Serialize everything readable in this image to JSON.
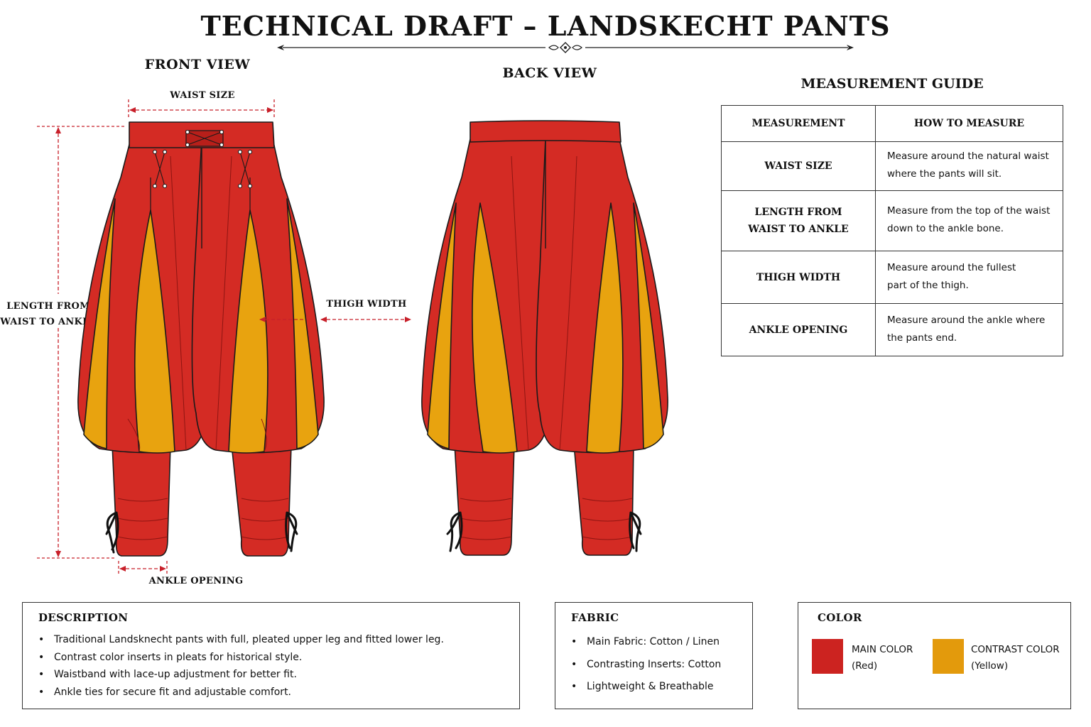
{
  "title": "TECHNICAL DRAFT – LANDSKECHT PANTS",
  "views": {
    "front": "FRONT VIEW",
    "back": "BACK VIEW"
  },
  "dimensions": {
    "waist": "WAIST SIZE",
    "length_line1": "LENGTH FROM",
    "length_line2": "WAIST TO ANKLE",
    "thigh": "THIGH WIDTH",
    "ankle": "ANKLE OPENING"
  },
  "guide": {
    "title": "MEASUREMENT GUIDE",
    "headers": [
      "MEASUREMENT",
      "HOW TO MEASURE"
    ],
    "rows": [
      {
        "measurement_line1": "WAIST SIZE",
        "measurement_line2": "",
        "how_line1": "Measure around the natural waist",
        "how_line2": "where the pants will sit."
      },
      {
        "measurement_line1": "LENGTH FROM",
        "measurement_line2": "WAIST TO ANKLE",
        "how_line1": "Measure from the top of the waist",
        "how_line2": "down to the ankle bone."
      },
      {
        "measurement_line1": "THIGH WIDTH",
        "measurement_line2": "",
        "how_line1": "Measure around the fullest",
        "how_line2": "part of the thigh."
      },
      {
        "measurement_line1": "ANKLE OPENING",
        "measurement_line2": "",
        "how_line1": "Measure around the ankle where",
        "how_line2": "the pants end."
      }
    ]
  },
  "description": {
    "title": "DESCRIPTION",
    "items": [
      "Traditional Landsknecht pants with full, pleated upper leg and fitted lower leg.",
      "Contrast color inserts in pleats for historical style.",
      "Waistband with lace-up adjustment for better fit.",
      "Ankle ties for secure fit and adjustable comfort."
    ]
  },
  "fabric": {
    "title": "FABRIC",
    "items": [
      "Main Fabric: Cotton / Linen",
      "Contrasting Inserts: Cotton",
      "Lightweight & Breathable"
    ]
  },
  "color": {
    "title": "COLOR",
    "main_label": "MAIN COLOR",
    "main_name": "(Red)",
    "main_hex": "#cc2320",
    "contrast_label": "CONTRAST COLOR",
    "contrast_name": "(Yellow)",
    "contrast_hex": "#e39a0c"
  },
  "colors": {
    "fabric_red": "#d42b24",
    "fabric_red_dark": "#b81f1a",
    "fabric_yellow": "#e8a30f",
    "dimension_line": "#c8202a",
    "outline": "#1a1a1a"
  },
  "icons": {
    "title_divider": "ornament-divider-icon",
    "dimension_arrow": "arrow-head-icon"
  }
}
